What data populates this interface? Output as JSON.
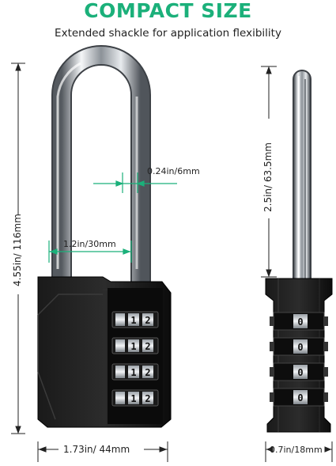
{
  "header": {
    "title": "COMPACT SIZE",
    "subtitle": "Extended shackle for application flexibility"
  },
  "dimensions": {
    "total_height": "4.55in/ 116mm",
    "shackle_diameter": "0.24in/6mm",
    "shackle_inner_width": "1.2in/30mm",
    "body_width": "1.73in/ 44mm",
    "shackle_height": "2.5in/ 63.5mm",
    "body_depth": "0.7in/18mm"
  },
  "front_dials": [
    {
      "left": "1",
      "right": "2"
    },
    {
      "left": "1",
      "right": "2"
    },
    {
      "left": "1",
      "right": "2"
    },
    {
      "left": "1",
      "right": "2"
    }
  ],
  "side_dials": [
    "0",
    "0",
    "0",
    "0"
  ],
  "colors": {
    "accent": "#1bb07a",
    "dimension_lines": "#222222",
    "lock_body": "#111111",
    "shackle": "#c8ccd0"
  }
}
